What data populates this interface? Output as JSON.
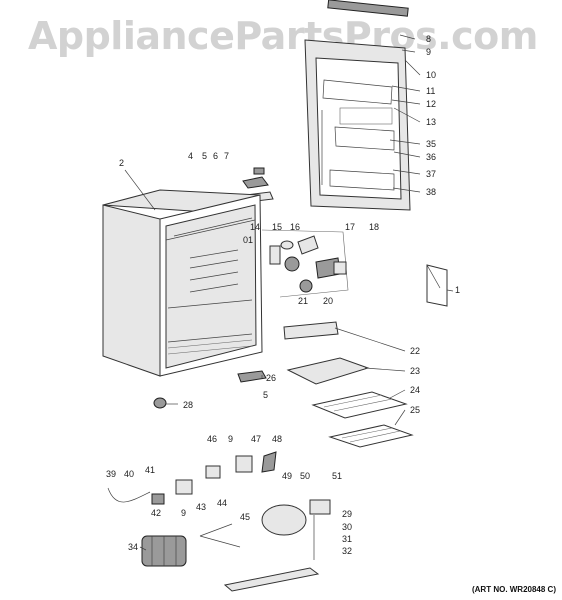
{
  "watermark": "AppliancePartsPros.com",
  "art_number": "(ART NO. WR20848 C)",
  "callouts": [
    "1",
    "2",
    "4",
    "5",
    "6",
    "7",
    "8",
    "9",
    "10",
    "11",
    "12",
    "13",
    "14",
    "15",
    "16",
    "17",
    "18",
    "20",
    "21",
    "22",
    "23",
    "24",
    "25",
    "26",
    "5",
    "28",
    "29",
    "30",
    "31",
    "32",
    "34",
    "35",
    "36",
    "37",
    "38",
    "39",
    "40",
    "41",
    "42",
    "43",
    "44",
    "45",
    "46",
    "9",
    "47",
    "48",
    "49",
    "50",
    "51",
    "9",
    "01"
  ]
}
